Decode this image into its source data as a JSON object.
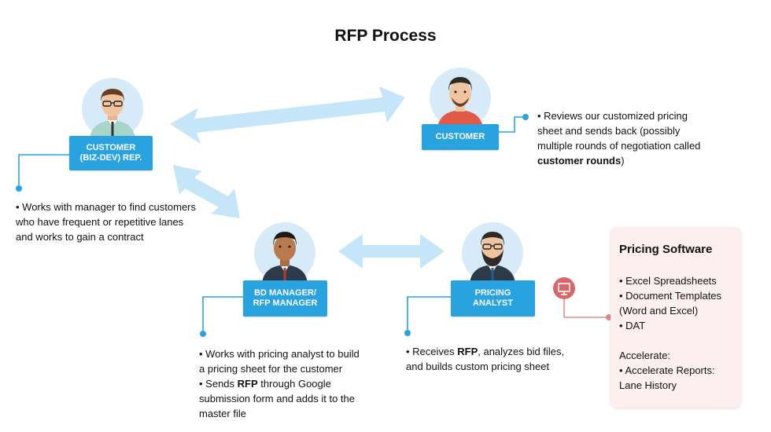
{
  "title": "RFP Process",
  "roles": {
    "customer_rep": "CUSTOMER (BIZ-DEV) REP.",
    "customer_rep_l1": "CUSTOMER",
    "customer_rep_l2": "(BIZ-DEV) REP.",
    "customer": "CUSTOMER",
    "bd_manager_l1": "BD MANAGER/",
    "bd_manager_l2": "RFP MANAGER",
    "pricing_l1": "PRICING",
    "pricing_l2": "ANALYST"
  },
  "descriptions": {
    "customer_rep": [
      "• Works with manager to find customers",
      "who have frequent or repetitive lanes",
      "and works to gain a contract"
    ],
    "customer": {
      "lines": [
        "• Reviews our customized pricing",
        "sheet and sends back (possibly",
        "multiple rounds of negotiation called"
      ],
      "last_bold": "customer rounds",
      "last_tail": ")"
    },
    "bd_manager": {
      "line1": "• Works with pricing analyst to build",
      "line2": "a pricing sheet for the customer",
      "line3_pre": "• Sends ",
      "line3_bold": "RFP",
      "line3_post": " through Google",
      "line4": "submission form and adds it to the",
      "line5": "master file"
    },
    "pricing": {
      "line1_pre": "• Receives ",
      "line1_bold": "RFP",
      "line1_post": ", analyzes bid files,",
      "line2": "and builds custom pricing sheet"
    }
  },
  "software": {
    "title": "Pricing Software",
    "items": [
      "• Excel Spreadsheets",
      "• Document Templates",
      "(Word and Excel)",
      "• DAT"
    ],
    "accelerate_label": "Accelerate:",
    "accelerate_items": [
      "• Accelerate Reports:",
      "Lane History"
    ]
  },
  "colors": {
    "role_box": "#29a3e0",
    "connector": "#29a3e0",
    "arrow": "#c5e6f8",
    "software_connector": "#e08a8a",
    "software_icon": "#d9676a",
    "panel_bg": "#fdeff0"
  },
  "icons": [
    "customer-rep-avatar",
    "customer-avatar",
    "bd-manager-avatar",
    "pricing-analyst-avatar",
    "presentation-icon"
  ]
}
